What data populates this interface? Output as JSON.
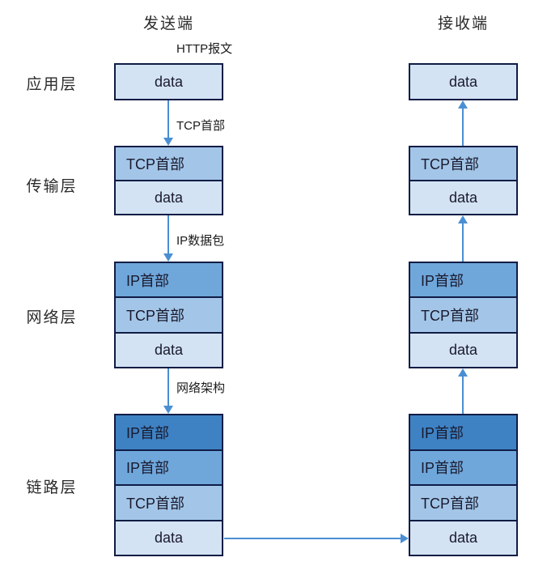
{
  "titles": {
    "sender": "发送端",
    "receiver": "接收端"
  },
  "layers": [
    {
      "label": "应用层"
    },
    {
      "label": "传输层"
    },
    {
      "label": "网络层"
    },
    {
      "label": "链路层"
    }
  ],
  "annotations": {
    "http_message": "HTTP报文",
    "tcp_header": "TCP首部",
    "ip_packet": "IP数据包",
    "network_arch": "网络架构"
  },
  "stacks": [
    {
      "name": "application",
      "rows": [
        {
          "label": "data",
          "type": "data"
        }
      ]
    },
    {
      "name": "transport",
      "rows": [
        {
          "label": "TCP首部",
          "type": "tcp"
        },
        {
          "label": "data",
          "type": "data"
        }
      ]
    },
    {
      "name": "network",
      "rows": [
        {
          "label": "IP首部",
          "type": "ip"
        },
        {
          "label": "TCP首部",
          "type": "tcp"
        },
        {
          "label": "data",
          "type": "data"
        }
      ]
    },
    {
      "name": "link",
      "rows": [
        {
          "label": "IP首部",
          "type": "ip_outer"
        },
        {
          "label": "IP首部",
          "type": "ip"
        },
        {
          "label": "TCP首部",
          "type": "tcp"
        },
        {
          "label": "data",
          "type": "data"
        }
      ]
    }
  ],
  "colors": {
    "data_row": "#d3e3f3",
    "tcp_row": "#a3c6e8",
    "ip_row": "#6fa7db",
    "ip_outer_row": "#3e82c4",
    "border": "#101c45",
    "arrow": "#4a8fd3",
    "text": "#1a1a2e"
  }
}
